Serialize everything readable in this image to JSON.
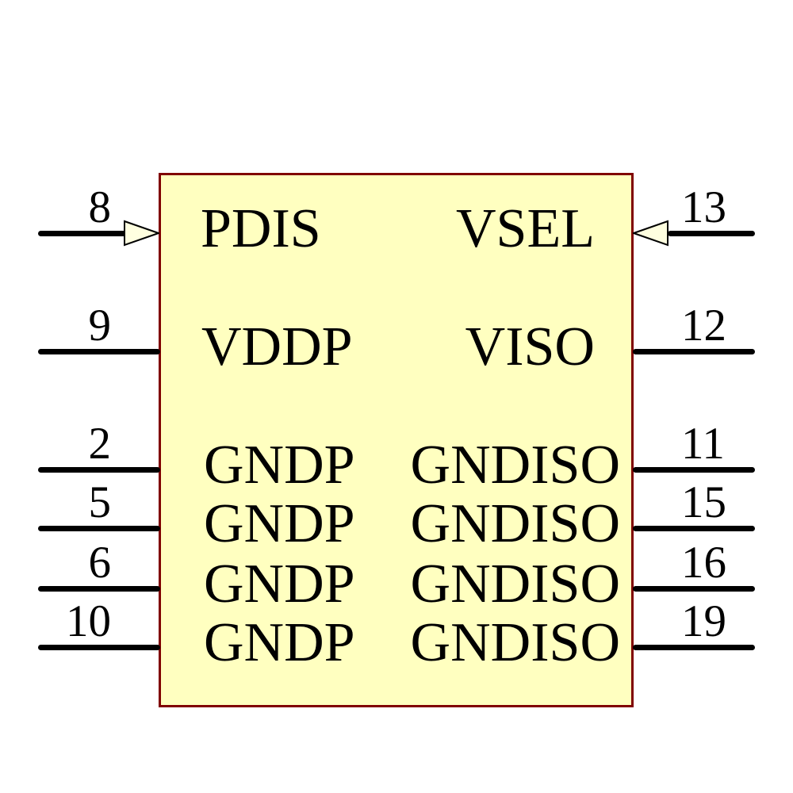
{
  "component": {
    "kind": "schematic-symbol",
    "colors": {
      "body_fill": "#FFFFC0",
      "body_border": "#800000",
      "pin_line": "#000000",
      "text": "#000000",
      "arrow_fill": "#FFFFE0",
      "arrow_stroke": "#000000"
    },
    "left_pins": [
      {
        "number": "8",
        "name": "PDIS",
        "icon": "input-triangle-icon"
      },
      {
        "number": "9",
        "name": "VDDP"
      },
      {
        "number": "2",
        "name": "GNDP"
      },
      {
        "number": "5",
        "name": "GNDP"
      },
      {
        "number": "6",
        "name": "GNDP"
      },
      {
        "number": "10",
        "name": "GNDP"
      }
    ],
    "right_pins": [
      {
        "number": "13",
        "name": "VSEL",
        "icon": "input-triangle-icon"
      },
      {
        "number": "12",
        "name": "VISO"
      },
      {
        "number": "11",
        "name": "GNDISO"
      },
      {
        "number": "15",
        "name": "GNDISO"
      },
      {
        "number": "16",
        "name": "GNDISO"
      },
      {
        "number": "19",
        "name": "GNDISO"
      }
    ]
  }
}
